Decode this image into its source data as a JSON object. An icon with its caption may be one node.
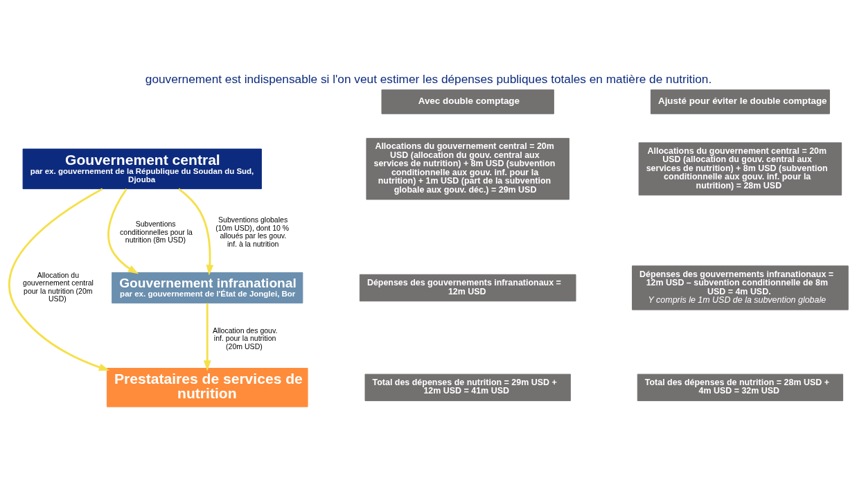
{
  "diagram": {
    "title": "gouvernement est indispensable si l'on veut estimer les dépenses publiques totales en matière de nutrition.",
    "nodes": [
      {
        "text": [
          "Gouvernement central",
          "par ex. gouvernement de la République du Soudan du Sud, Djouba"
        ]
      },
      {
        "text": [
          "Avec double comptage"
        ]
      },
      {
        "text": [
          "Ajusté pour éviter le double comptage"
        ]
      },
      {
        "text": [
          "Allocations du gouvernement central = 20m USD (allocation du gouv. central aux services de nutrition) + 8m USD (subvention conditionnelle aux gouv. inf. pour la nutrition) + 1m USD (part de la subvention globale aux gouv. déc.) = 29m USD"
        ]
      },
      {
        "text": [
          "Allocations du gouvernement central = 20m USD (allocation du gouv. central aux services de nutrition) + 8m USD (subvention conditionnelle aux gouv. inf. pour la nutrition) = 28m USD"
        ]
      },
      {
        "text": [
          "Gouvernement infranational",
          "par ex. gouvernement de l'État de Jonglei, Bor"
        ]
      },
      {
        "text": [
          "Dépenses des gouvernements infranationaux = 12m USD"
        ]
      },
      {
        "text": [
          "Dépenses des gouvernements infranationaux = 12m USD – subvention conditionnelle de 8m USD = 4m USD.",
          "Y compris le 1m USD de la subvention globale"
        ]
      },
      {
        "text": [
          "Prestataires de services de nutrition"
        ]
      },
      {
        "text": [
          "Total des dépenses de nutrition = 29m USD + 12m USD = 41m USD"
        ]
      },
      {
        "text": [
          "Total des dépenses de nutrition = 28m USD + 4m USD = 32m USD"
        ]
      }
    ],
    "edges": [
      {
        "from": 0,
        "to": 5,
        "arrow": "to",
        "label": "Subventions conditionnelles pour la nutrition (8m USD)"
      },
      {
        "from": 0,
        "to": 5,
        "arrow": "to",
        "label": "Subventions globales (10m USD), dont 10 % alloués par les gouv. inf. à la nutrition"
      },
      {
        "from": 0,
        "to": 8,
        "arrow": "to",
        "label": "Allocation du gouvernement central pour la nutrition (20m USD)"
      },
      {
        "from": 5,
        "to": 8,
        "arrow": "to",
        "label": "Allocation des gouv. inf. pour la nutrition (20m USD)"
      }
    ]
  }
}
